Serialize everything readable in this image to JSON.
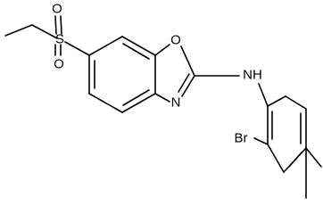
{
  "molecule": {
    "atoms": {
      "sulfur": "S",
      "sulfonyl_oxygen_top": "O",
      "sulfonyl_oxygen_bottom": "O",
      "ring_oxygen": "O",
      "ring_nitrogen": "N",
      "amine": "NH",
      "bromine": "Br"
    }
  },
  "colors": {
    "bond": "#000000",
    "label": "#000000",
    "background": "#ffffff"
  }
}
